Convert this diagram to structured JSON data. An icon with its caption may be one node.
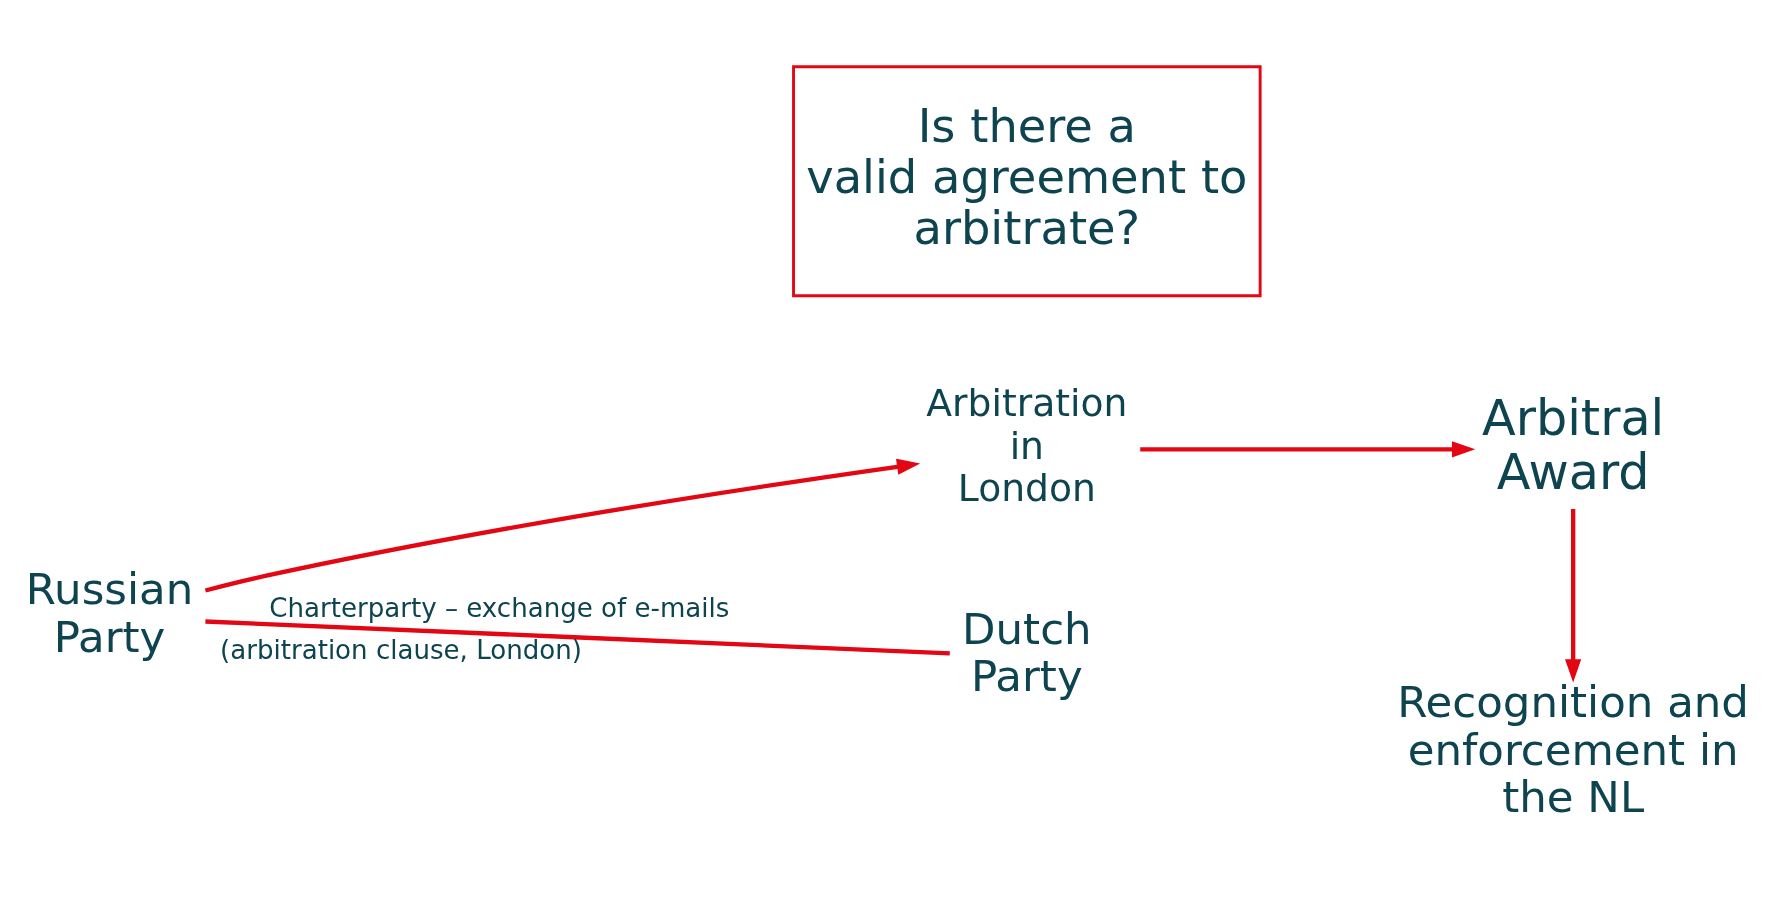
{
  "diagram": {
    "nodes": [
      {
        "text": [
          "Russian Party"
        ]
      },
      {
        "text": [
          "Arbitration in London"
        ]
      },
      {
        "text": [
          "Arbitral Award"
        ]
      },
      {
        "text": [
          "Dutch Party"
        ]
      },
      {
        "text": [
          "Recognition and enforcement in the NL"
        ]
      },
      {
        "text": [
          "Is there a valid agreement to arbitrate?"
        ]
      }
    ],
    "edges": [
      {
        "from": 0,
        "to": 1,
        "arrow": "to"
      },
      {
        "from": 1,
        "to": 2,
        "arrow": "to"
      },
      {
        "from": 2,
        "to": 4,
        "arrow": "to"
      },
      {
        "from": 0,
        "to": 3,
        "arrow": "none",
        "label": "Charterparty – exchange of e-mails"
      }
    ],
    "labels": [
      "(arbitration clause, London)"
    ]
  }
}
